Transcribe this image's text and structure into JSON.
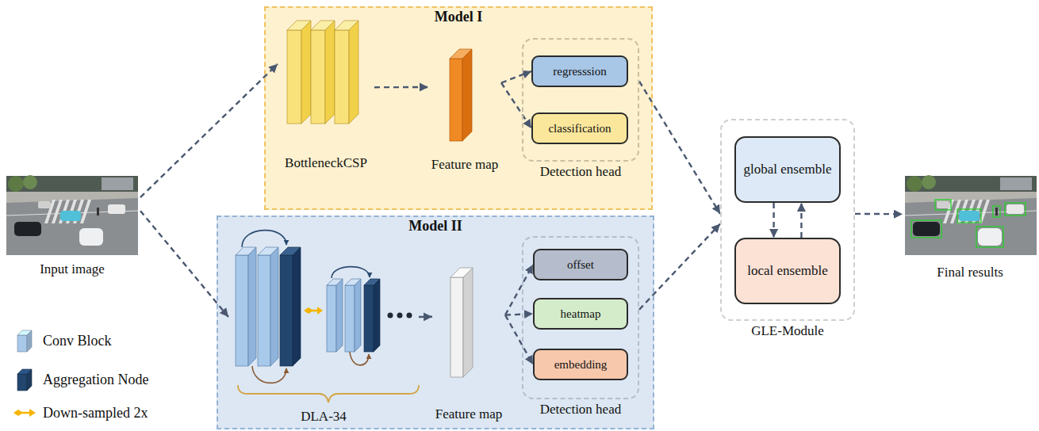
{
  "diagram": {
    "nodes": [
      {
        "text": [
          "Input image"
        ]
      },
      {
        "text": [
          "Model I"
        ]
      },
      {
        "text": [
          "BottleneckCSP"
        ],
        "in": 1
      },
      {
        "text": [
          "Feature map"
        ],
        "in": 1
      },
      {
        "text": [
          "Detection head"
        ],
        "in": 1
      },
      {
        "text": [
          "regresssion"
        ],
        "in": 4
      },
      {
        "text": [
          "classification"
        ],
        "in": 4
      },
      {
        "text": [
          "Model II"
        ]
      },
      {
        "text": [
          "DLA-34"
        ],
        "in": 7
      },
      {
        "text": [
          "Feature map"
        ],
        "in": 7
      },
      {
        "text": [
          "Detection head"
        ],
        "in": 7
      },
      {
        "text": [
          "offset"
        ],
        "in": 10
      },
      {
        "text": [
          "heatmap"
        ],
        "in": 10
      },
      {
        "text": [
          "embedding"
        ],
        "in": 10
      },
      {
        "text": [
          "GLE-Module"
        ]
      },
      {
        "text": [
          "global ensemble"
        ],
        "in": 14
      },
      {
        "text": [
          "local ensemble"
        ],
        "in": 14
      },
      {
        "text": [
          "Final results"
        ]
      }
    ],
    "edges": [
      {
        "from": 0,
        "to": 2,
        "arrow": "to"
      },
      {
        "from": 2,
        "to": 3,
        "arrow": "to"
      },
      {
        "from": 3,
        "to": 5,
        "arrow": "to"
      },
      {
        "from": 3,
        "to": 6,
        "arrow": "to"
      },
      {
        "from": 4,
        "to": 14,
        "arrow": "to"
      },
      {
        "from": 0,
        "to": 8,
        "arrow": "to"
      },
      {
        "from": 8,
        "to": 9,
        "arrow": "to"
      },
      {
        "from": 9,
        "to": 11,
        "arrow": "to"
      },
      {
        "from": 9,
        "to": 12,
        "arrow": "to"
      },
      {
        "from": 9,
        "to": 13,
        "arrow": "to"
      },
      {
        "from": 10,
        "to": 14,
        "arrow": "to"
      },
      {
        "from": 15,
        "to": 16,
        "arrow": "to"
      },
      {
        "from": 16,
        "to": 15,
        "arrow": "to"
      },
      {
        "from": 14,
        "to": 17,
        "arrow": "to"
      }
    ],
    "legend": [
      {
        "text": "Conv Block",
        "color": "#a9c9ea"
      },
      {
        "text": "Aggregation Node",
        "color": "#23466e"
      },
      {
        "text": "Down-sampled 2x"
      }
    ]
  }
}
